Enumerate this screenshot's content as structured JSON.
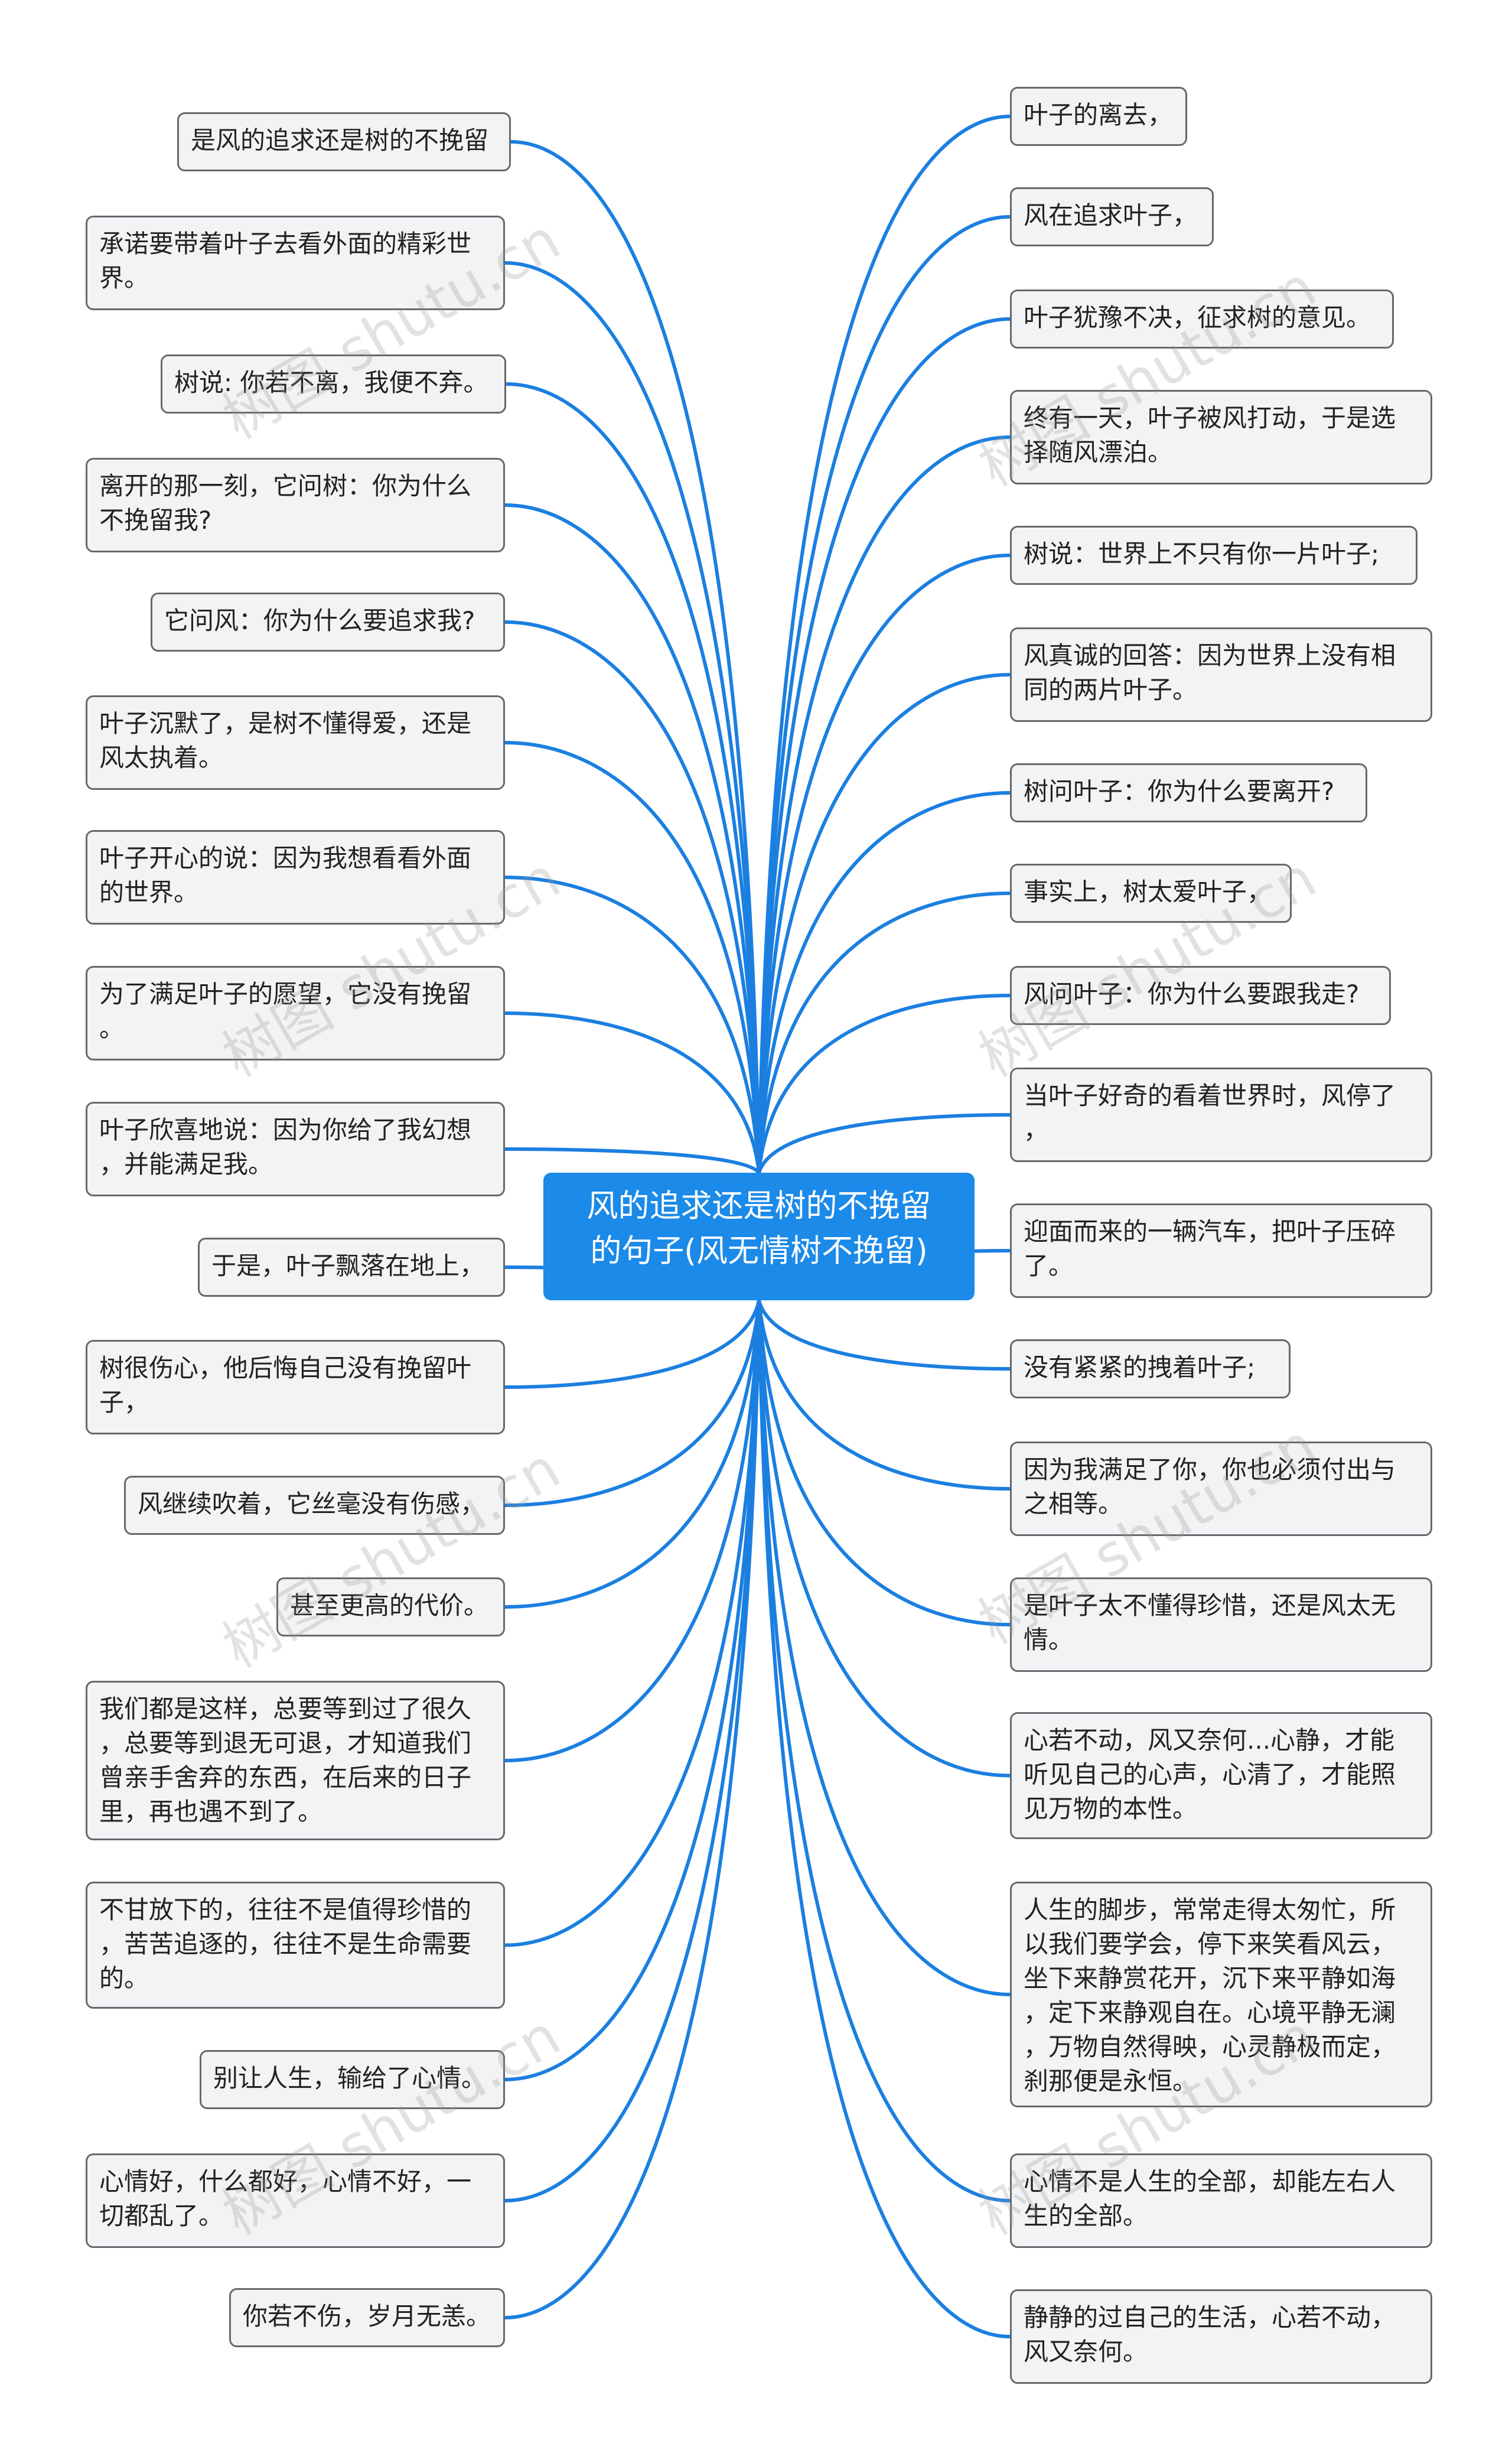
{
  "center": {
    "title": "风的追求还是树的不挽留\n的句子(风无情树不挽留)"
  },
  "line_color": "#1b7fe0",
  "watermark": "树图 shutu.cn",
  "left": [
    "是风的追求还是树的不挽留",
    "承诺要带着叶子去看外面的精彩世\n界。",
    "树说: 你若不离，我便不弃。",
    "离开的那一刻，它问树：你为什么\n不挽留我?",
    "它问风：你为什么要追求我?",
    "叶子沉默了，是树不懂得爱，还是\n风太执着。",
    "叶子开心的说：因为我想看看外面\n的世界。",
    "为了满足叶子的愿望，它没有挽留\n。",
    "叶子欣喜地说：因为你给了我幻想\n，并能满足我。",
    "于是，叶子飘落在地上，",
    "树很伤心，他后悔自己没有挽留叶\n子，",
    "风继续吹着，它丝毫没有伤感，",
    "甚至更高的代价。",
    "我们都是这样，总要等到过了很久\n，总要等到退无可退，才知道我们\n曾亲手舍弃的东西，在后来的日子\n里，再也遇不到了。",
    "不甘放下的，往往不是值得珍惜的\n，苦苦追逐的，往往不是生命需要\n的。",
    "别让人生，输给了心情。",
    "心情好，什么都好，心情不好，一\n切都乱了。",
    "你若不伤，岁月无恙。"
  ],
  "right": [
    "叶子的离去，",
    "风在追求叶子，",
    "叶子犹豫不决，征求树的意见。",
    "终有一天，叶子被风打动，于是选\n择随风漂泊。",
    "树说：世界上不只有你一片叶子;",
    "风真诚的回答：因为世界上没有相\n同的两片叶子。",
    "树问叶子：你为什么要离开?",
    "事实上，树太爱叶子，",
    "风问叶子：你为什么要跟我走?",
    "当叶子好奇的看着世界时，风停了\n，",
    "迎面而来的一辆汽车，把叶子压碎\n了。",
    "没有紧紧的拽着叶子;",
    "因为我满足了你，你也必须付出与\n之相等。",
    "是叶子太不懂得珍惜，还是风太无\n情。",
    "心若不动，风又奈何...心静，才能\n听见自己的心声，心清了，才能照\n见万物的本性。",
    "人生的脚步，常常走得太匆忙，所\n以我们要学会，停下来笑看风云，\n坐下来静赏花开，沉下来平静如海\n，定下来静观自在。心境平静无澜\n，万物自然得映，心灵静极而定，\n刹那便是永恒。",
    "心情不是人生的全部，却能左右人\n生的全部。",
    "静静的过自己的生活，心若不动，\n风又奈何。"
  ]
}
